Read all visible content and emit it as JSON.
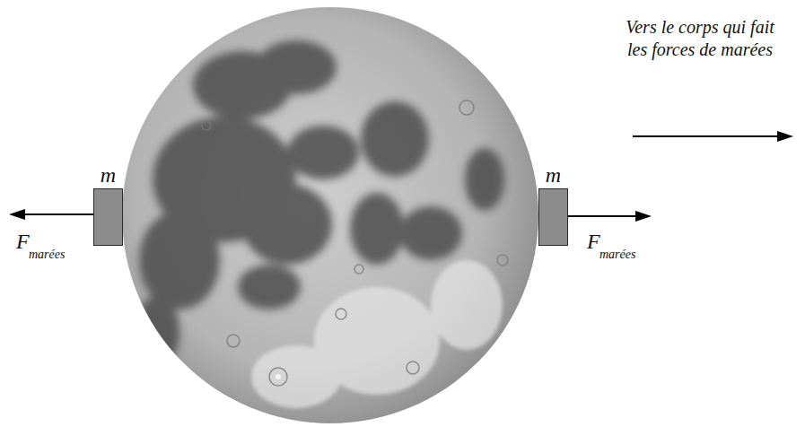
{
  "diagram": {
    "nodes": [
      {
        "text": [
          "m"
        ]
      },
      {
        "text": [
          "m"
        ]
      }
    ],
    "labels": [
      "Vers le corps qui fait les forces de marées",
      "F",
      "marées",
      "F",
      "marées"
    ]
  }
}
